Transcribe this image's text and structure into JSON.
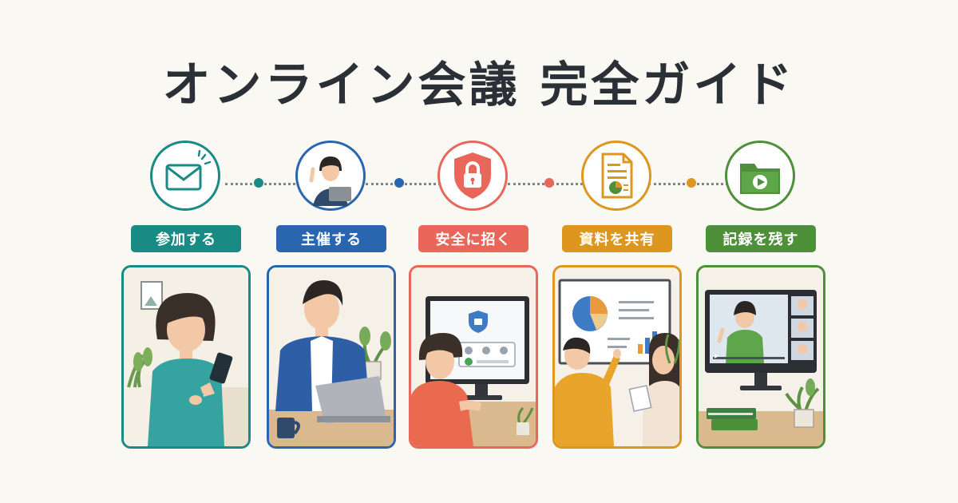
{
  "title": "オンライン会議 完全ガイド",
  "steps": [
    {
      "label": "参加する",
      "color": "#1a8a85",
      "icon": "envelope-icon"
    },
    {
      "label": "主催する",
      "color": "#2a66b0",
      "icon": "host-avatar-icon"
    },
    {
      "label": "安全に招く",
      "color": "#e8675a",
      "icon": "shield-lock-icon"
    },
    {
      "label": "資料を共有",
      "color": "#dd9620",
      "icon": "document-chart-icon"
    },
    {
      "label": "記録を残す",
      "color": "#4e8f3a",
      "icon": "video-folder-icon"
    }
  ]
}
